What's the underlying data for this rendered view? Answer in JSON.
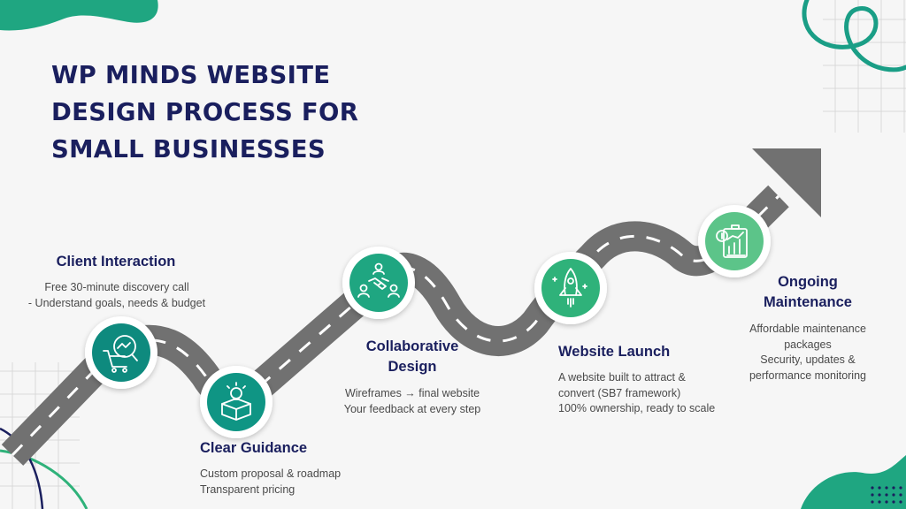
{
  "title_lines": [
    "WP MINDS WEBSITE",
    "DESIGN PROCESS FOR",
    "SMALL BUSINESSES"
  ],
  "colors": {
    "navy": "#1a1f5e",
    "teal": "#0e8a7e",
    "green": "#2fb27a",
    "light_green": "#5cc489",
    "road": "#717171",
    "background": "#f6f6f6"
  },
  "steps": [
    {
      "id": "client-interaction",
      "heading_lines": [
        "Client Interaction"
      ],
      "desc_lines": [
        "Free 30-minute discovery call",
        "- Understand goals, needs & budget"
      ],
      "icon": "cart-search-icon",
      "color": "#0e8a7e"
    },
    {
      "id": "clear-guidance",
      "heading_lines": [
        "Clear Guidance"
      ],
      "desc_lines": [
        "Custom proposal & roadmap",
        "Transparent pricing"
      ],
      "icon": "idea-box-icon",
      "color": "#0f9584"
    },
    {
      "id": "collaborative-design",
      "heading_lines": [
        "Collaborative",
        "Design"
      ],
      "desc_lines": [
        "Wireframes → final website",
        "Your feedback at every step"
      ],
      "icon": "handshake-icon",
      "color": "#1fa681"
    },
    {
      "id": "website-launch",
      "heading_lines": [
        "Website Launch"
      ],
      "desc_lines": [
        "A website built to attract &",
        "convert (SB7 framework)",
        "100% ownership, ready to scale"
      ],
      "icon": "rocket-icon",
      "color": "#2fb27a"
    },
    {
      "id": "ongoing-maintenance",
      "heading_lines": [
        "Ongoing",
        "Maintenance"
      ],
      "desc_lines": [
        "Affordable maintenance",
        "packages",
        "Security, updates &",
        "performance monitoring"
      ],
      "icon": "finance-report-icon",
      "color": "#5cc489"
    }
  ]
}
